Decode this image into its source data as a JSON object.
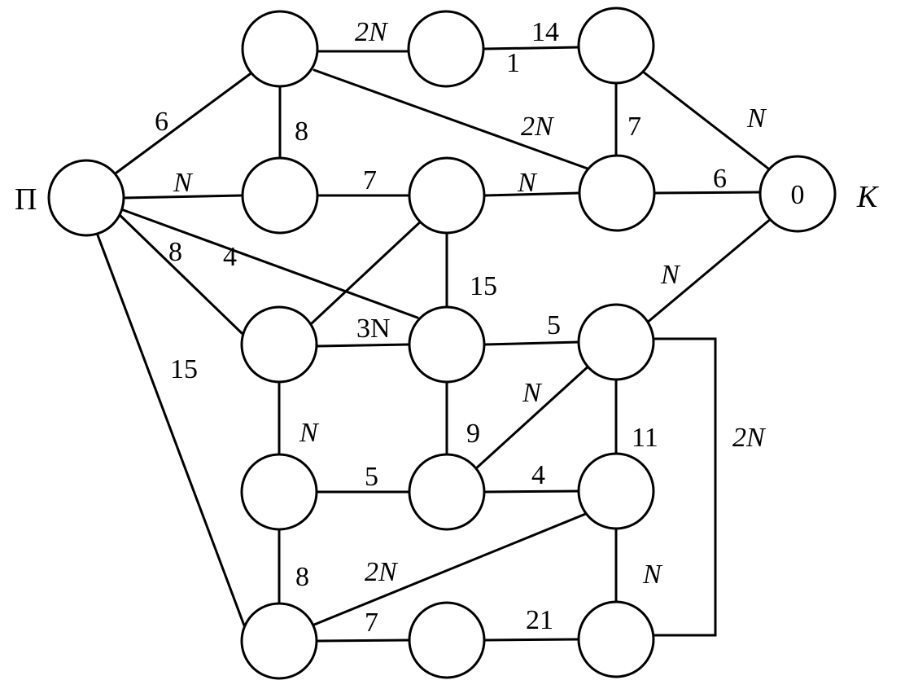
{
  "graph": {
    "start_label": "П",
    "end_label": "K",
    "end_node_value": "0",
    "edge_labels": {
      "n1_n2": "2N",
      "n2_n3": "14",
      "n2_n3_alt": "1",
      "n1_n6": "6",
      "n1_n5": "8",
      "n1_n8": "2N",
      "n3_n8": "7",
      "n3_n9": "N",
      "n6_n5": "N",
      "n5_n7": "7",
      "n7_n8": "N",
      "n8_n9": "6",
      "n6_n10": "8",
      "n6_n11": "4",
      "n7_n11": "15",
      "n6_n17": "15",
      "n10_n11": "3N",
      "n11_n12": "5",
      "n12_n9": "N",
      "n12_n18": "2N",
      "n10_n13": "N",
      "n11_n14": "9",
      "n14_n12": "N",
      "n13_n14": "5",
      "n14_n15": "4",
      "n12_n15": "11",
      "n13_n16": "8",
      "n16_n15": "2N",
      "n15_n18": "N",
      "n16_n17": "7",
      "n17_n18": "21"
    }
  }
}
